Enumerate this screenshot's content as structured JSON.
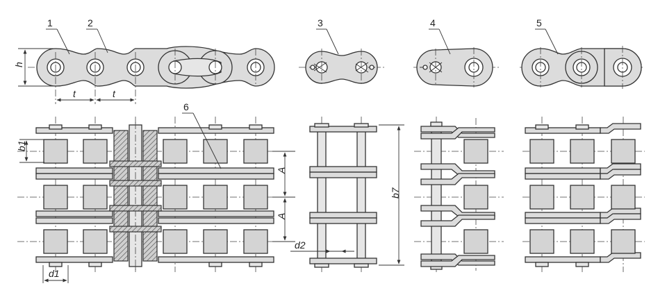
{
  "callouts": [
    "1",
    "2",
    "3",
    "4",
    "5",
    "6"
  ],
  "dimensions": {
    "h": "h",
    "t_left": "t",
    "t_right": "t",
    "b1": "b1",
    "A_upper": "A",
    "A_lower": "A",
    "b7": "b7",
    "d1": "d1",
    "d2": "d2"
  },
  "colors": {
    "plate_fill": "#dcdcdc",
    "roller_fill": "#d4d4d4",
    "outline": "#333333",
    "background": "#ffffff"
  }
}
